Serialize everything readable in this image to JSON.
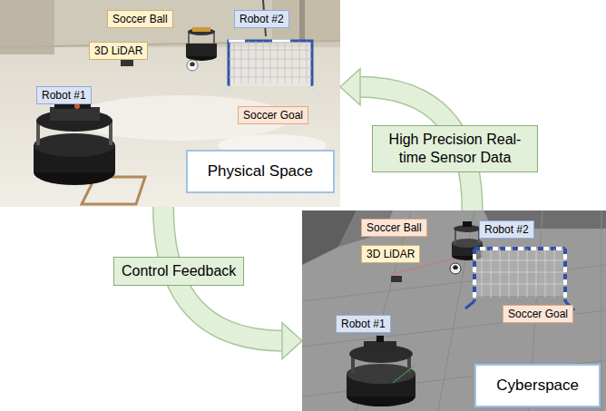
{
  "diagram": {
    "nodes": [
      {
        "text": [
          "Physical Space"
        ]
      },
      {
        "text": [
          "Soccer Ball"
        ],
        "in": 0
      },
      {
        "text": [
          "Robot #2"
        ],
        "in": 0
      },
      {
        "text": [
          "3D LiDAR"
        ],
        "in": 0
      },
      {
        "text": [
          "Robot #1"
        ],
        "in": 0
      },
      {
        "text": [
          "Soccer Goal"
        ],
        "in": 0
      },
      {
        "text": [
          "Cyberspace"
        ]
      },
      {
        "text": [
          "Soccer Ball"
        ],
        "in": 6
      },
      {
        "text": [
          "Robot #2"
        ],
        "in": 6
      },
      {
        "text": [
          "3D LiDAR"
        ],
        "in": 6
      },
      {
        "text": [
          "Robot #1"
        ],
        "in": 6
      },
      {
        "text": [
          "Soccer Goal"
        ],
        "in": 6
      }
    ],
    "edges": [
      {
        "from": 6,
        "to": 0,
        "label": "High Precision Real-time Sensor Data",
        "arrow": "to"
      },
      {
        "from": 0,
        "to": 6,
        "label": "Control Feedback",
        "arrow": "to"
      }
    ]
  }
}
